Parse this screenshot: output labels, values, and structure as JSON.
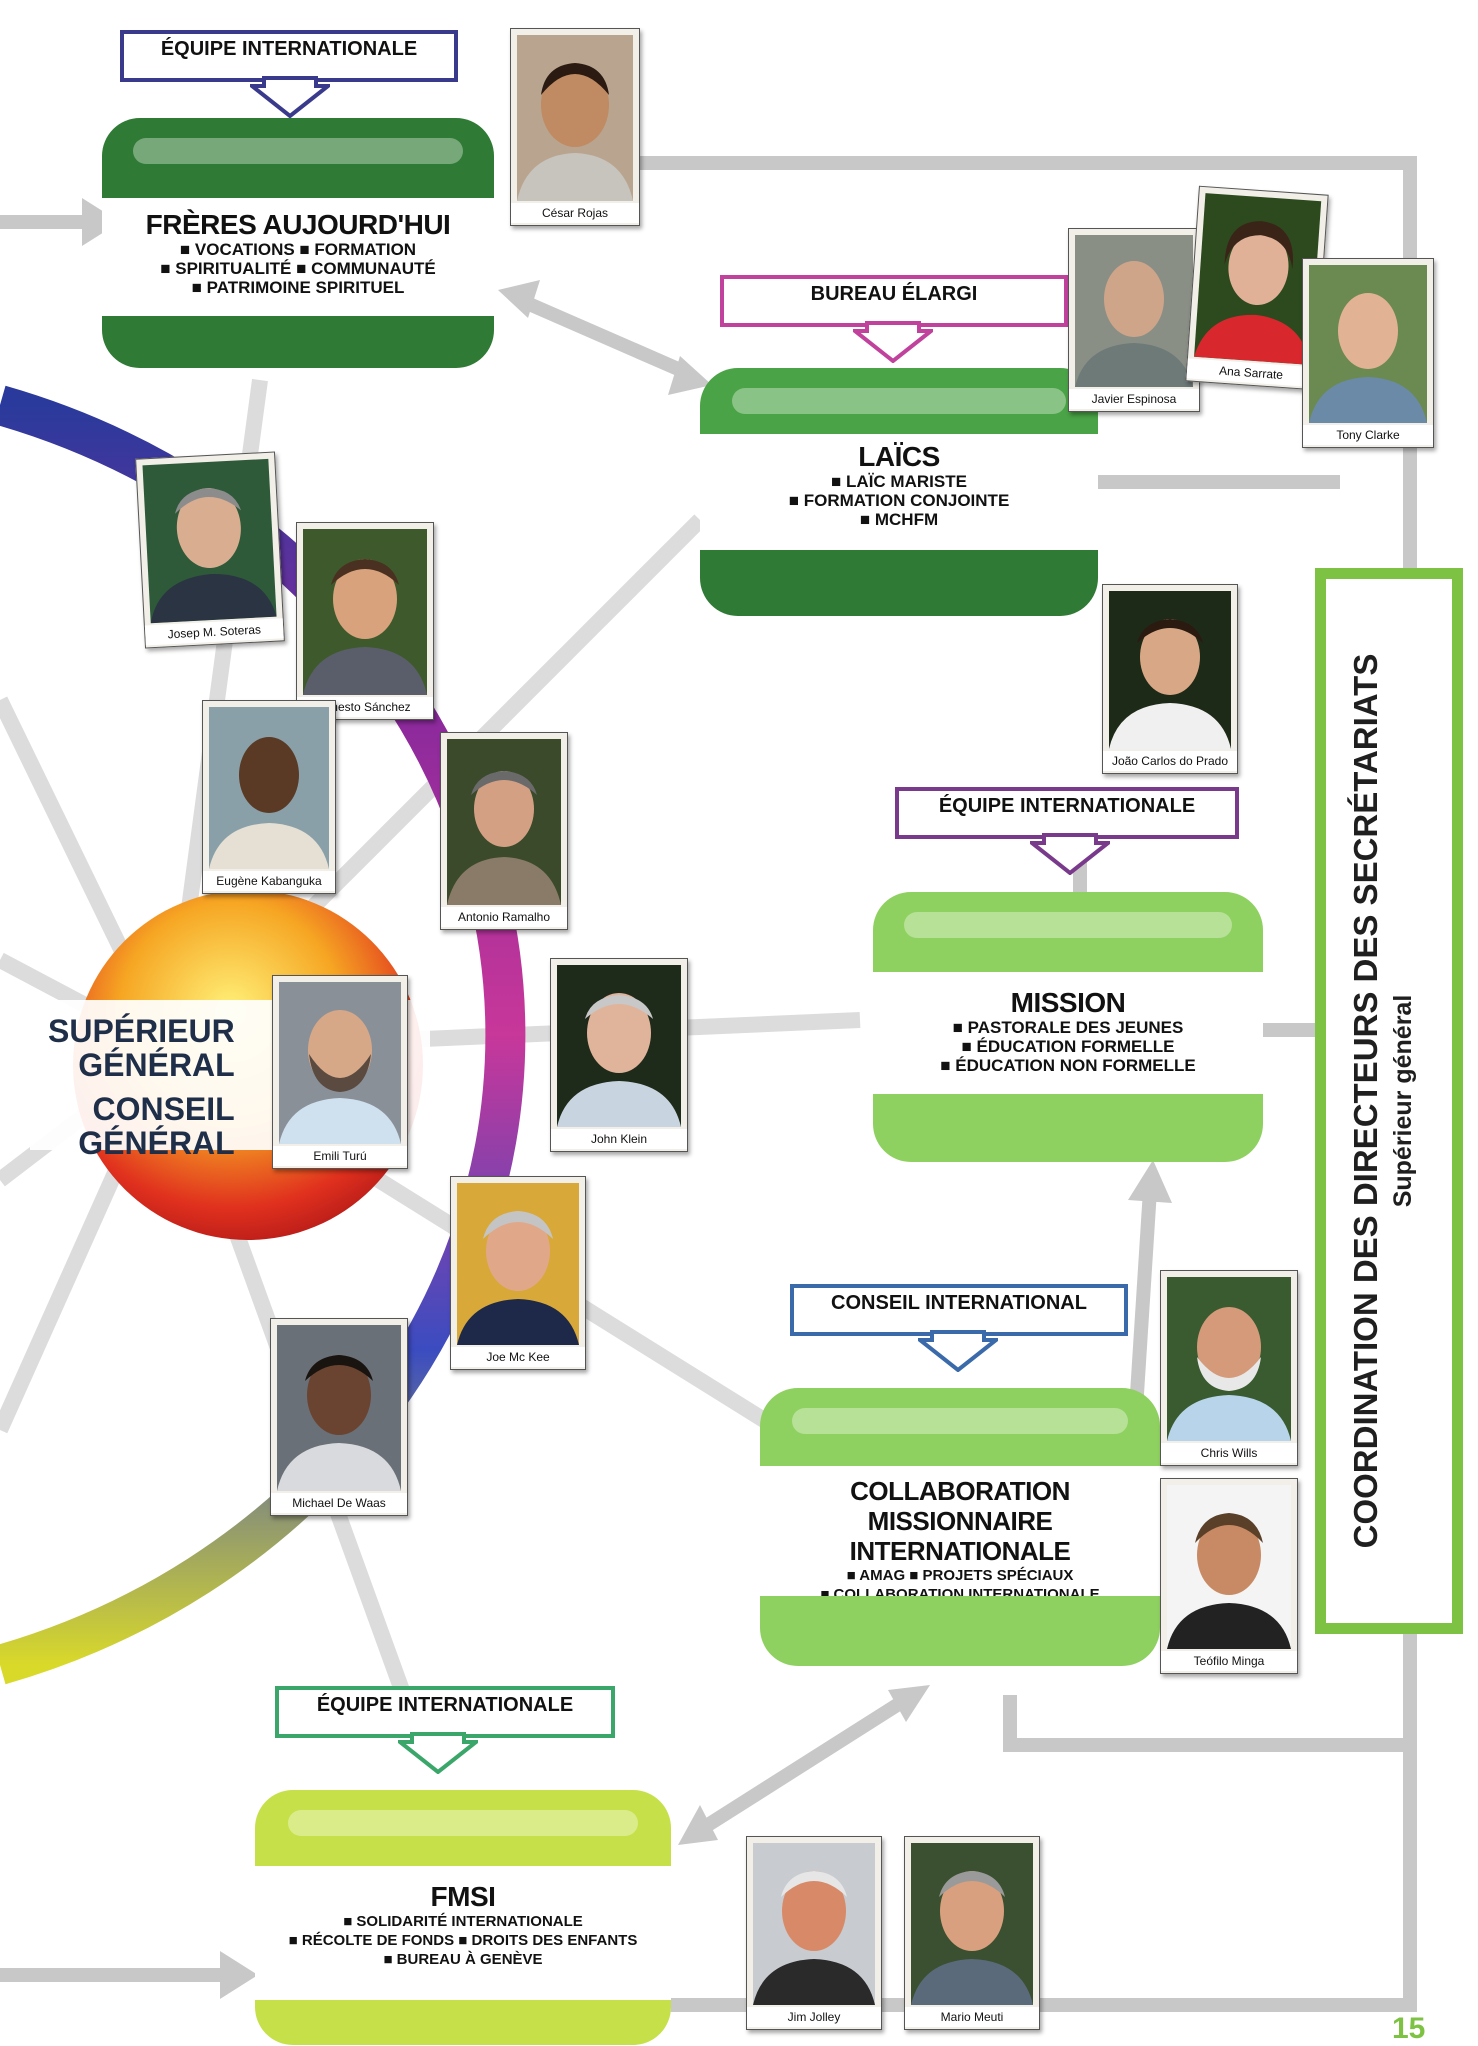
{
  "center": {
    "line1": "SUPÉRIEUR",
    "line2": "GÉNÉRAL",
    "line3": "CONSEIL",
    "line4": "GÉNÉRAL"
  },
  "coordination": {
    "title": "COORDINATION DES DIRECTEURS DES SECRÉTARIATS",
    "subtitle": "Supérieur général"
  },
  "page_number": "15",
  "teams": {
    "freres": "ÉQUIPE INTERNATIONALE",
    "laics": "BUREAU ÉLARGI",
    "mission": "ÉQUIPE INTERNATIONALE",
    "cmi": "CONSEIL INTERNATIONAL",
    "fmsi": "ÉQUIPE INTERNATIONALE"
  },
  "nodes": {
    "freres": {
      "title": "FRÈRES AUJOURD'HUI",
      "items": [
        "■ VOCATIONS ■ FORMATION",
        "■ SPIRITUALITÉ ■ COMMUNAUTÉ",
        "■ PATRIMOINE SPIRITUEL"
      ]
    },
    "laics": {
      "title": "LAÏCS",
      "items": [
        "■ LAÏC MARISTE",
        "■ FORMATION CONJOINTE",
        "■ MCHFM"
      ]
    },
    "mission": {
      "title": "MISSION",
      "items": [
        "■ PASTORALE DES JEUNES",
        "■ ÉDUCATION FORMELLE",
        "■ ÉDUCATION NON FORMELLE"
      ]
    },
    "cmi": {
      "title": "COLLABORATION MISSIONNAIRE",
      "title2": "INTERNATIONALE",
      "items": [
        "■ AMAG ■ PROJETS SPÉCIAUX",
        "■ COLLABORATION INTERNATIONALE"
      ]
    },
    "fmsi": {
      "title": "FMSI",
      "items": [
        "■ SOLIDARITÉ INTERNATIONALE",
        "■ RÉCOLTE DE FONDS ■ DROITS DES ENFANTS",
        "■ BUREAU À GENÈVE"
      ]
    }
  },
  "people": {
    "cesar": "César Rojas",
    "javier": "Javier Espinosa",
    "ana": "Ana Sarrate",
    "tony": "Tony Clarke",
    "josep": "Josep M. Soteras",
    "ernesto": "Ernesto Sánchez",
    "eugene": "Eugène Kabanguka",
    "antonio": "Antonio Ramalho",
    "emili": "Emili Turú",
    "john": "John Klein",
    "joao": "João Carlos do Prado",
    "joe": "Joe Mc Kee",
    "michael": "Michael De Waas",
    "chris": "Chris Wills",
    "teofilo": "Teófilo Minga",
    "jim": "Jim Jolley",
    "mario": "Mario Meuti"
  },
  "colors": {
    "dark_green": "#2f7a34",
    "mid_green": "#4aa346",
    "light_green": "#8fd160",
    "lime": "#c6e04a",
    "accent_green": "#7dc242",
    "connector_grey": "#c8c8c8"
  }
}
